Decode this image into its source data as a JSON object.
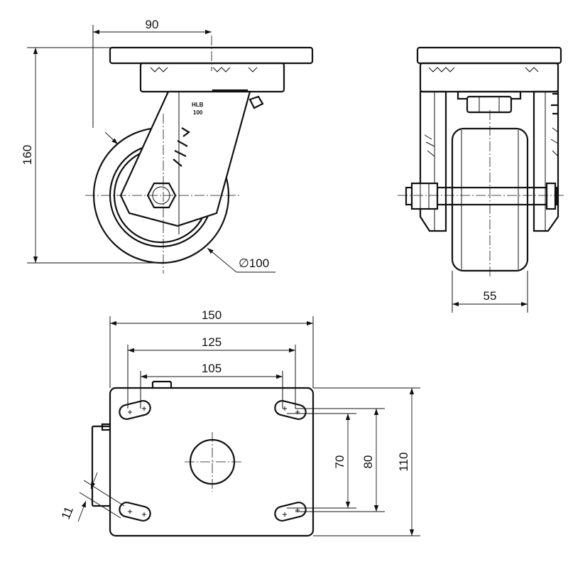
{
  "dimensions": {
    "top_plate_offset": "90",
    "total_height": "160",
    "wheel_diameter": "∅100",
    "wheel_width": "55",
    "plate_length": "150",
    "bolt_spacing_outer": "125",
    "bolt_spacing_inner": "105",
    "bolt_spacing_short_inner": "70",
    "bolt_spacing_short_outer": "80",
    "plate_width": "110",
    "slot_width": "11"
  },
  "markings": {
    "fork_code_line1": "HLB",
    "fork_code_line2": "100"
  }
}
